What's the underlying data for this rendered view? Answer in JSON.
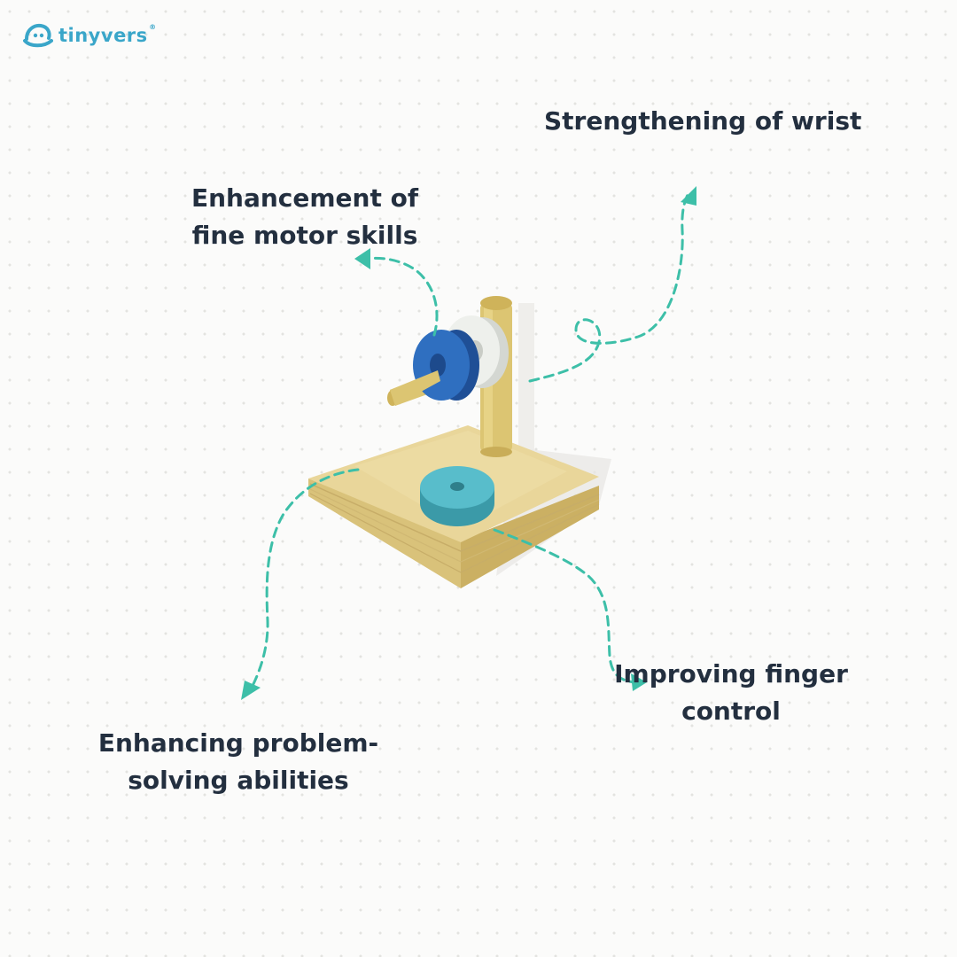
{
  "brand": {
    "name": "tinyvers",
    "registered_mark": "®",
    "color": "#3aa6c9"
  },
  "benefits": {
    "wrist": {
      "line1": "Strengthening of wrist"
    },
    "fine_motor": {
      "line1": "Enhancement of",
      "line2": "fine motor skills"
    },
    "finger_control": {
      "line1": "Improving finger",
      "line2": "control"
    },
    "problem_solving": {
      "line1": "Enhancing problem-",
      "line2": "solving abilities"
    }
  },
  "colors": {
    "text": "#232f3f",
    "arrow": "#3dbfa8",
    "wood": "#e6d49a",
    "ring_blue": "#2f6fc0",
    "ring_white": "#eef0ec",
    "ring_teal": "#52b8c6"
  },
  "icons": {
    "logo": "smiling-face-icon",
    "arrows": "dashed-curved-arrow-icon"
  }
}
